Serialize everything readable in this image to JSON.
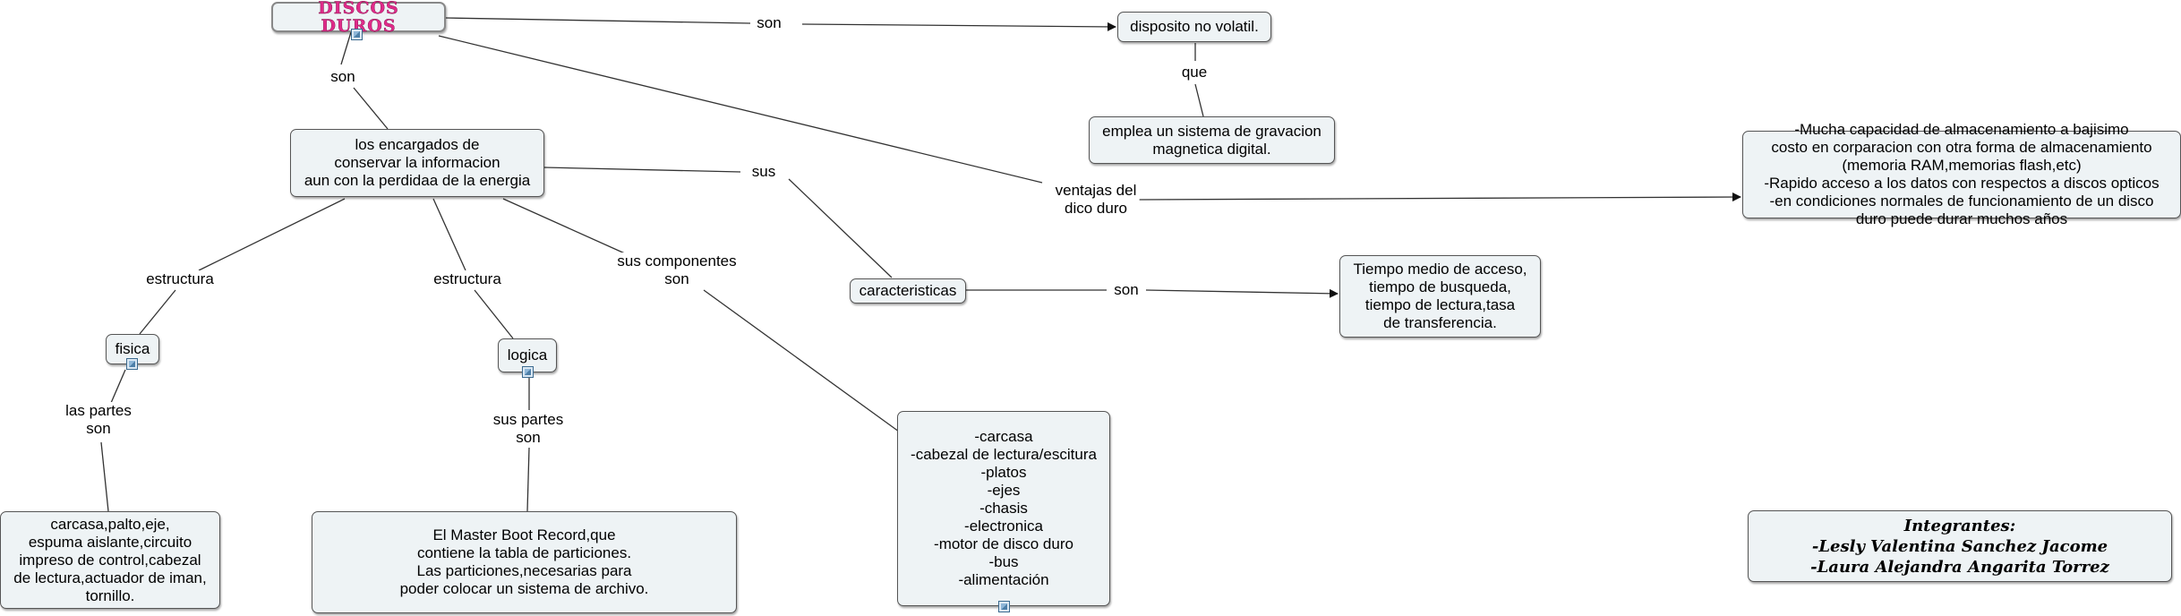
{
  "nodes": {
    "title": "DISCOS DUROS",
    "no_volatil": "disposito no volatil.",
    "gravacion": "emplea un sistema de gravacion\nmagnetica digital.",
    "ventajas_list": "-Mucha capacidad de almacenamiento a bajisimo\ncosto en corparacion con otra forma de almacenamiento\n(memoria RAM,memorias flash,etc)\n-Rapido acceso  a los datos con respectos a discos opticos\n-en condiciones normales de funcionamiento de un disco\nduro puede durar muchos años",
    "encargados": "los encargados de\nconservar la informacion\naun con la perdidaa de la energia",
    "caracteristicas": "caracteristicas",
    "tiempos": "Tiempo medio de acceso,\ntiempo de busqueda,\ntiempo de lectura,tasa\nde transferencia.",
    "fisica": "fisica",
    "logica": "logica",
    "componentes": "-carcasa\n-cabezal de lectura/escitura\n-platos\n-ejes\n-chasis\n-electronica\n-motor de disco duro\n-bus\n-alimentación",
    "partes_fisica": "carcasa,palto,eje,\nespuma aislante,circuito\nimpreso de control,cabezal\nde lectura,actuador de iman,\ntornillo.",
    "mbr": "El Master Boot Record,que\ncontiene la tabla de particiones.\nLas particiones,necesarias para\npoder colocar un sistema de archivo.",
    "integrantes": "Integrantes:\n-Lesly Valentina Sanchez Jacome\n-Laura Alejandra Angarita Torrez"
  },
  "link_labels": {
    "son_top": "son",
    "que": "que",
    "son_left": "son",
    "sus": "sus",
    "ventajas": "ventajas del\ndico duro",
    "son_car": "son",
    "estructura_1": "estructura",
    "estructura_2": "estructura",
    "sus_componentes": "sus componentes\nson",
    "las_partes": "las partes\nson",
    "sus_partes": "sus partes\nson"
  },
  "colors": {
    "title": "#e02b8a",
    "node_fill": "#eef3f5",
    "node_border": "#555555",
    "line": "#333333"
  }
}
